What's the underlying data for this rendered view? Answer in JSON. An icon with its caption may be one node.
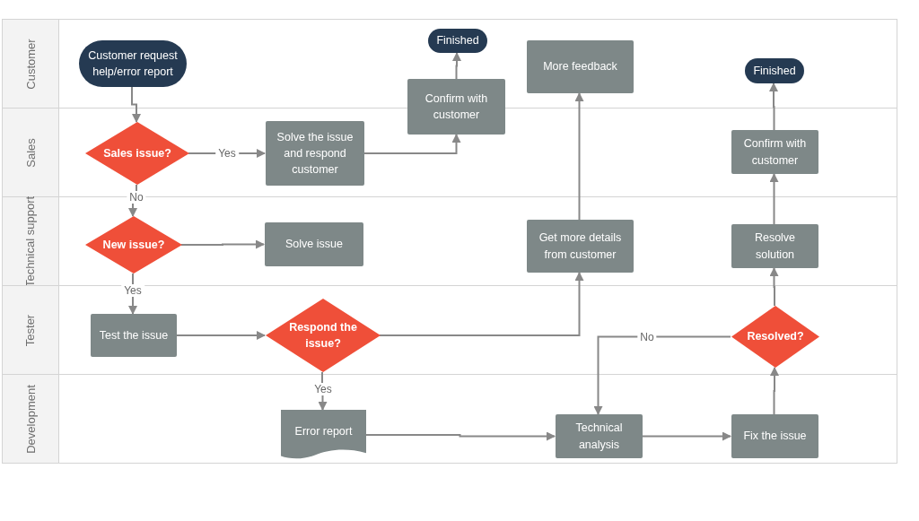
{
  "diagram": {
    "nodes": [
      {
        "text": [
          "Customer"
        ]
      },
      {
        "text": [
          "Sales"
        ]
      },
      {
        "text": [
          "Technical support"
        ]
      },
      {
        "text": [
          "Tester"
        ]
      },
      {
        "text": [
          "Development"
        ]
      },
      {
        "text": [
          "Customer request help/error report"
        ],
        "in": 0
      },
      {
        "text": [
          "Finished"
        ],
        "in": 0
      },
      {
        "text": [
          "Confirm with customer"
        ]
      },
      {
        "text": [
          "More feedback"
        ],
        "in": 0
      },
      {
        "text": [
          "Finished"
        ],
        "in": 0
      },
      {
        "text": [
          "Sales issue?"
        ],
        "in": 1
      },
      {
        "text": [
          "Solve the issue and respond customer"
        ],
        "in": 1
      },
      {
        "text": [
          "Confirm with customer"
        ],
        "in": 1
      },
      {
        "text": [
          "New issue?"
        ],
        "in": 2
      },
      {
        "text": [
          "Solve issue"
        ],
        "in": 2
      },
      {
        "text": [
          "Get more details from customer"
        ],
        "in": 2
      },
      {
        "text": [
          "Resolve solution"
        ],
        "in": 2
      },
      {
        "text": [
          "Test the issue"
        ],
        "in": 3
      },
      {
        "text": [
          "Respond the issue?"
        ],
        "in": 3
      },
      {
        "text": [
          "Resolved?"
        ],
        "in": 3
      },
      {
        "text": [
          "Error report"
        ],
        "in": 4
      },
      {
        "text": [
          "Technical analysis"
        ],
        "in": 4
      },
      {
        "text": [
          "Fix the issue"
        ],
        "in": 4
      }
    ],
    "edges": [
      {
        "from": 5,
        "to": 10,
        "arrow": "to"
      },
      {
        "from": 10,
        "to": 11,
        "arrow": "to",
        "label": "Yes"
      },
      {
        "from": 10,
        "to": 13,
        "arrow": "to",
        "label": "No"
      },
      {
        "from": 13,
        "to": 14,
        "arrow": "to"
      },
      {
        "from": 13,
        "to": 17,
        "arrow": "to",
        "label": "Yes"
      },
      {
        "from": 11,
        "to": 7,
        "arrow": "to"
      },
      {
        "from": 7,
        "to": 6,
        "arrow": "to"
      },
      {
        "from": 17,
        "to": 18,
        "arrow": "to"
      },
      {
        "from": 18,
        "to": 15,
        "arrow": "to"
      },
      {
        "from": 15,
        "to": 8,
        "arrow": "to"
      },
      {
        "from": 18,
        "to": 20,
        "arrow": "to",
        "label": "Yes"
      },
      {
        "from": 20,
        "to": 21,
        "arrow": "to"
      },
      {
        "from": 21,
        "to": 22,
        "arrow": "to"
      },
      {
        "from": 22,
        "to": 19,
        "arrow": "to"
      },
      {
        "from": 19,
        "to": 21,
        "arrow": "to",
        "label": "No"
      },
      {
        "from": 19,
        "to": 16,
        "arrow": "to"
      },
      {
        "from": 16,
        "to": 12,
        "arrow": "to"
      },
      {
        "from": 12,
        "to": 9,
        "arrow": "to"
      }
    ]
  }
}
